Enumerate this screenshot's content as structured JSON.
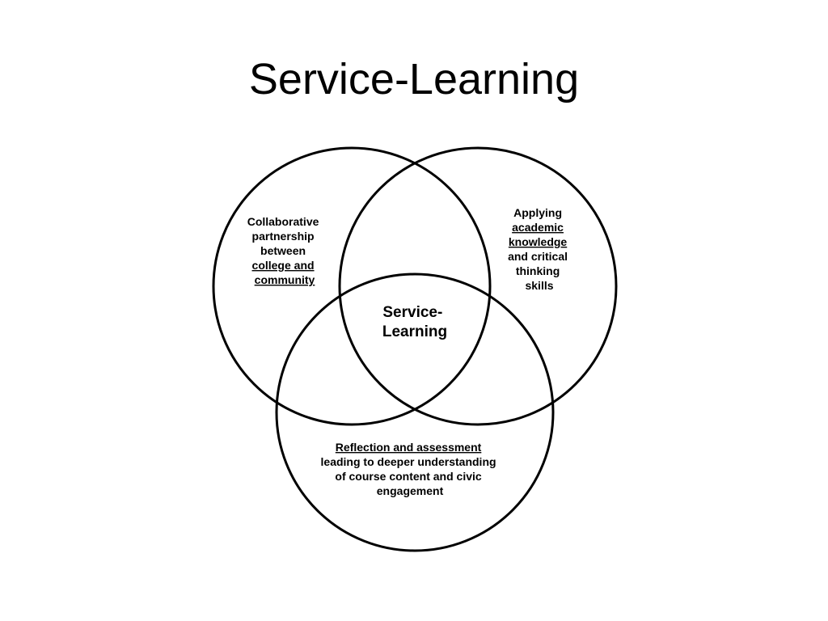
{
  "slide": {
    "title": "Service-Learning"
  },
  "diagram": {
    "type": "venn",
    "circles": [
      {
        "id": "partnership",
        "lines": [
          {
            "text": "Collaborative",
            "underline": false
          },
          {
            "text": "partnership",
            "underline": false
          },
          {
            "text": "between",
            "underline": false
          },
          {
            "text": "college and",
            "underline": true
          },
          {
            "text": "community",
            "underline": true
          }
        ]
      },
      {
        "id": "academic",
        "lines": [
          {
            "text": "Applying",
            "underline": false
          },
          {
            "text": "academic",
            "underline": true
          },
          {
            "text": "knowledge",
            "underline": true
          },
          {
            "text": "and critical",
            "underline": false
          },
          {
            "text": "thinking",
            "underline": false
          },
          {
            "text": "skills",
            "underline": false
          }
        ]
      },
      {
        "id": "reflection",
        "lines": [
          {
            "text": "Reflection and assessment",
            "underline": true
          },
          {
            "text": "leading to deeper understanding",
            "underline": false
          },
          {
            "text": "of course content and civic",
            "underline": false
          },
          {
            "text": "engagement",
            "underline": false
          }
        ]
      }
    ],
    "center": {
      "lines": [
        "Service-",
        "Learning"
      ]
    },
    "stroke_color": "#000000"
  }
}
